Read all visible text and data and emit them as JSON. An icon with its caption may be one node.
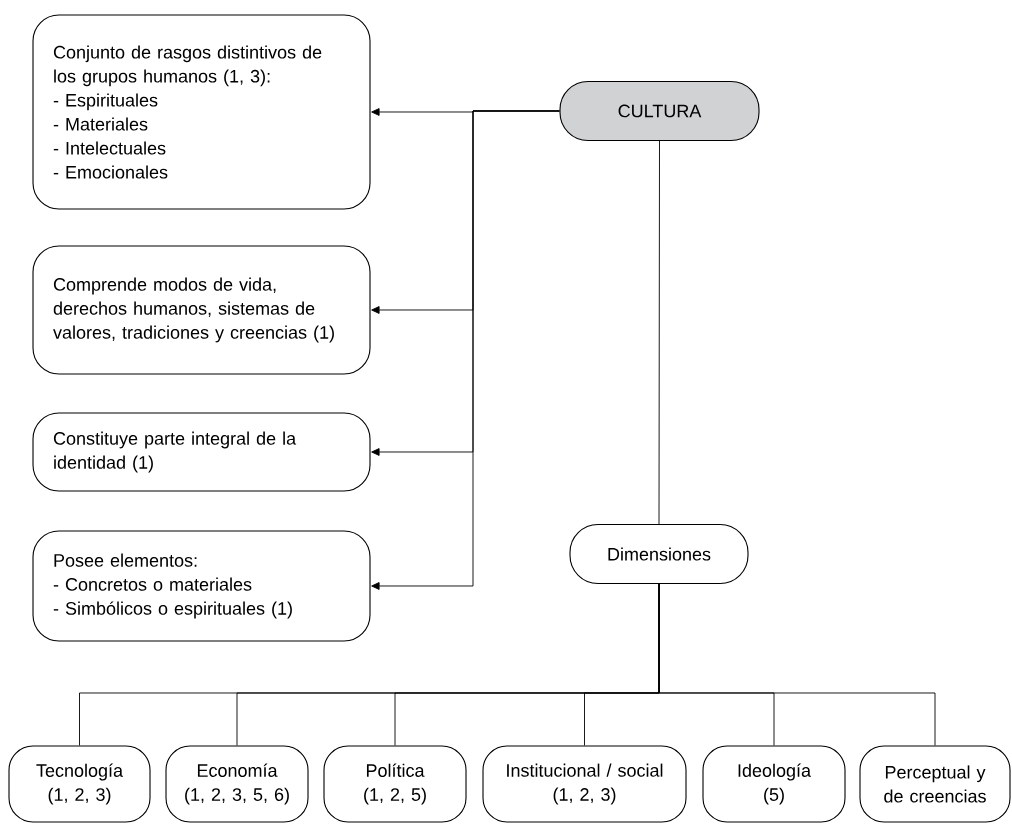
{
  "diagram": {
    "nodes": [
      {
        "text": [
          "CULTURA"
        ]
      },
      {
        "text": [
          "Conjunto de rasgos distintivos de los grupos humanos (1, 3):",
          "- Espirituales",
          "- Materiales",
          "- Intelectuales",
          "- Emocionales"
        ]
      },
      {
        "text": [
          "Comprende modos de vida, derechos humanos, sistemas de valores, tradiciones y creencias (1)"
        ]
      },
      {
        "text": [
          "Constituye parte integral de la identidad (1)"
        ]
      },
      {
        "text": [
          "Posee elementos:",
          "- Concretos o materiales",
          "- Simbólicos o espirituales (1)"
        ]
      },
      {
        "text": [
          "Dimensiones"
        ]
      },
      {
        "text": [
          "Tecnología",
          "(1, 2, 3)"
        ]
      },
      {
        "text": [
          "Economía",
          "(1, 2, 3, 5, 6)"
        ]
      },
      {
        "text": [
          "Política",
          "(1, 2, 5)"
        ]
      },
      {
        "text": [
          "Institucional / social",
          "(1, 2, 3)"
        ]
      },
      {
        "text": [
          "Ideología",
          "(5)"
        ]
      },
      {
        "text": [
          "Perceptual y de creencias"
        ]
      }
    ],
    "edges": [
      {
        "from": 0,
        "to": 1,
        "arrow": "to"
      },
      {
        "from": 0,
        "to": 2,
        "arrow": "to"
      },
      {
        "from": 0,
        "to": 3,
        "arrow": "to"
      },
      {
        "from": 0,
        "to": 4,
        "arrow": "to"
      },
      {
        "from": 0,
        "to": 5,
        "arrow": "none"
      },
      {
        "from": 5,
        "to": 6,
        "arrow": "none"
      },
      {
        "from": 5,
        "to": 7,
        "arrow": "none"
      },
      {
        "from": 5,
        "to": 8,
        "arrow": "none"
      },
      {
        "from": 5,
        "to": 9,
        "arrow": "none"
      },
      {
        "from": 5,
        "to": 10,
        "arrow": "none"
      },
      {
        "from": 5,
        "to": 11,
        "arrow": "none"
      }
    ]
  }
}
